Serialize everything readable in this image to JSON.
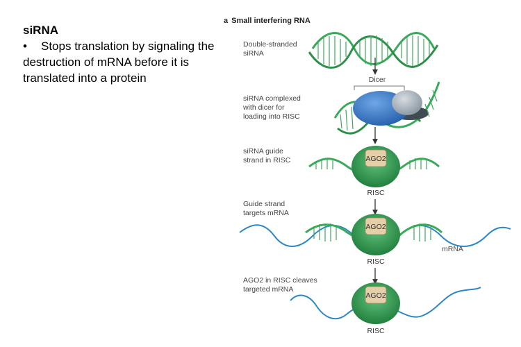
{
  "text_panel": {
    "title": "siRNA",
    "bullet_marker": "•",
    "bullet_text": "Stops translation by signaling the destruction of mRNA before it is translated into a protein"
  },
  "figure": {
    "panel_letter": "a",
    "panel_title": "Small interfering RNA",
    "steps": [
      {
        "label_lines": [
          "Double-stranded",
          "siRNA"
        ]
      },
      {
        "label_lines": [
          "siRNA complexed",
          "with dicer for",
          "loading into RISC"
        ]
      },
      {
        "label_lines": [
          "siRNA guide",
          "strand in RISC"
        ]
      },
      {
        "label_lines": [
          "Guide strand",
          "targets mRNA"
        ]
      },
      {
        "label_lines": [
          "AGO2 in RISC cleaves",
          "targeted mRNA"
        ]
      }
    ],
    "dicer_label": "Dicer",
    "ago_label": "AGO2",
    "risc_label": "RISC",
    "mrna_label": "mRNA",
    "colors": {
      "strand_green": "#3aaa5a",
      "risc_green": "#2e9a4e",
      "ago_fill": "#e4cfa8",
      "dicer_blue": "#3f7fcf",
      "dicer_grey": "#a9b2ba",
      "mrna_blue": "#2b87c6",
      "arrow": "#333333"
    }
  }
}
